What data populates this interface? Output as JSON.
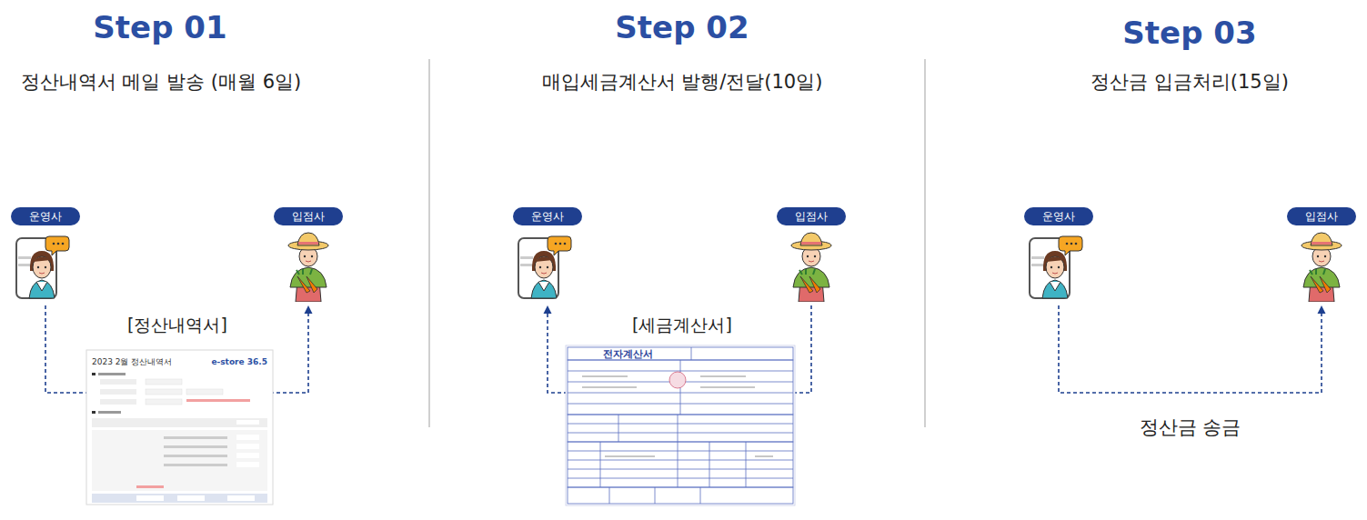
{
  "diagram": {
    "nodes": [
      {
        "text": [
          "운영사"
        ]
      },
      {
        "text": [
          "입점사"
        ]
      },
      {
        "text": [
          "운영사"
        ]
      },
      {
        "text": [
          "입점사"
        ]
      },
      {
        "text": [
          "운영사"
        ]
      },
      {
        "text": [
          "입점사"
        ]
      }
    ],
    "edges": [
      {
        "from": 0,
        "to": 1,
        "arrow": "to"
      },
      {
        "from": 3,
        "to": 2,
        "arrow": "to"
      },
      {
        "from": 4,
        "to": 5,
        "arrow": "to",
        "label": "정산금 송금"
      }
    ],
    "labels": [
      "Step 01",
      "정산내역서 메일 발송 (매월 6일)",
      "Step 02",
      "매입세금계산서 발행/전달(10일)",
      "Step 03",
      "정산금 입금처리(15일)",
      "[정산내역서]",
      "[세금계산서]",
      "2023 2월 정산내역서",
      "e-store 36.5",
      "전자계산서"
    ]
  }
}
